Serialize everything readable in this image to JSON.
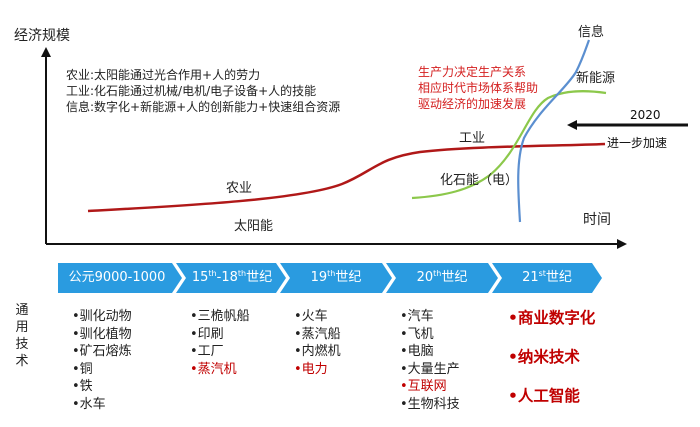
{
  "axes": {
    "y_label": "经济规模",
    "x_label": "时间"
  },
  "legend_lines": [
    "农业:太阳能通过光合作用+人的劳力",
    "工业:化石能通过机械/电机/电子设备+人的技能",
    "信息:数字化+新能源+人的创新能力+快速组合资源"
  ],
  "annotation_lines": [
    "生产力决定生产关系",
    "相应时代市场体系帮助",
    "驱动经济的加速发展"
  ],
  "curve_labels": {
    "agriculture": "农业",
    "solar": "太阳能",
    "industry": "工业",
    "fossil": "化石能（电）",
    "info": "信息",
    "new_energy": "新能源"
  },
  "marker": {
    "year": "2020",
    "caption": "进一步加速"
  },
  "vertical_label": "通用技术",
  "eras": [
    {
      "main": "公元9000-1000",
      "sup": "",
      "suffix": ""
    },
    {
      "main": "15",
      "sup": "th",
      "mid": "-18",
      "sup2": "th",
      "suffix": "世纪"
    },
    {
      "main": "19",
      "sup": "th",
      "suffix": "世纪"
    },
    {
      "main": "20",
      "sup": "th",
      "suffix": "世纪"
    },
    {
      "main": "21",
      "sup": "st",
      "suffix": "世纪"
    }
  ],
  "technologies": [
    {
      "items": [
        "•驯化动物",
        "•驯化植物",
        "•矿石熔炼",
        "•铜",
        "•铁",
        "•水车"
      ],
      "highlight": []
    },
    {
      "items": [
        "•三桅帆船",
        "•印刷",
        "•工厂",
        "•蒸汽机"
      ],
      "highlight": [
        3
      ]
    },
    {
      "items": [
        "•火车",
        "•蒸汽船",
        "•内燃机",
        "•电力"
      ],
      "highlight": [
        3
      ]
    },
    {
      "items": [
        "•汽车",
        "•飞机",
        "•电脑",
        "•大量生产",
        "•互联网",
        "•生物科技"
      ],
      "highlight": [
        4
      ]
    },
    {
      "items": [
        "•商业数字化",
        "•纳米技术",
        "•人工智能"
      ],
      "highlight": [
        0,
        1,
        2
      ]
    }
  ],
  "colors": {
    "agriculture_curve": "#b01818",
    "fossil_curve": "#8cc84b",
    "info_curve": "#5b8fd0",
    "annotation": "#d42020",
    "arrow_bar": "#2a9be0",
    "axis": "#111111"
  }
}
